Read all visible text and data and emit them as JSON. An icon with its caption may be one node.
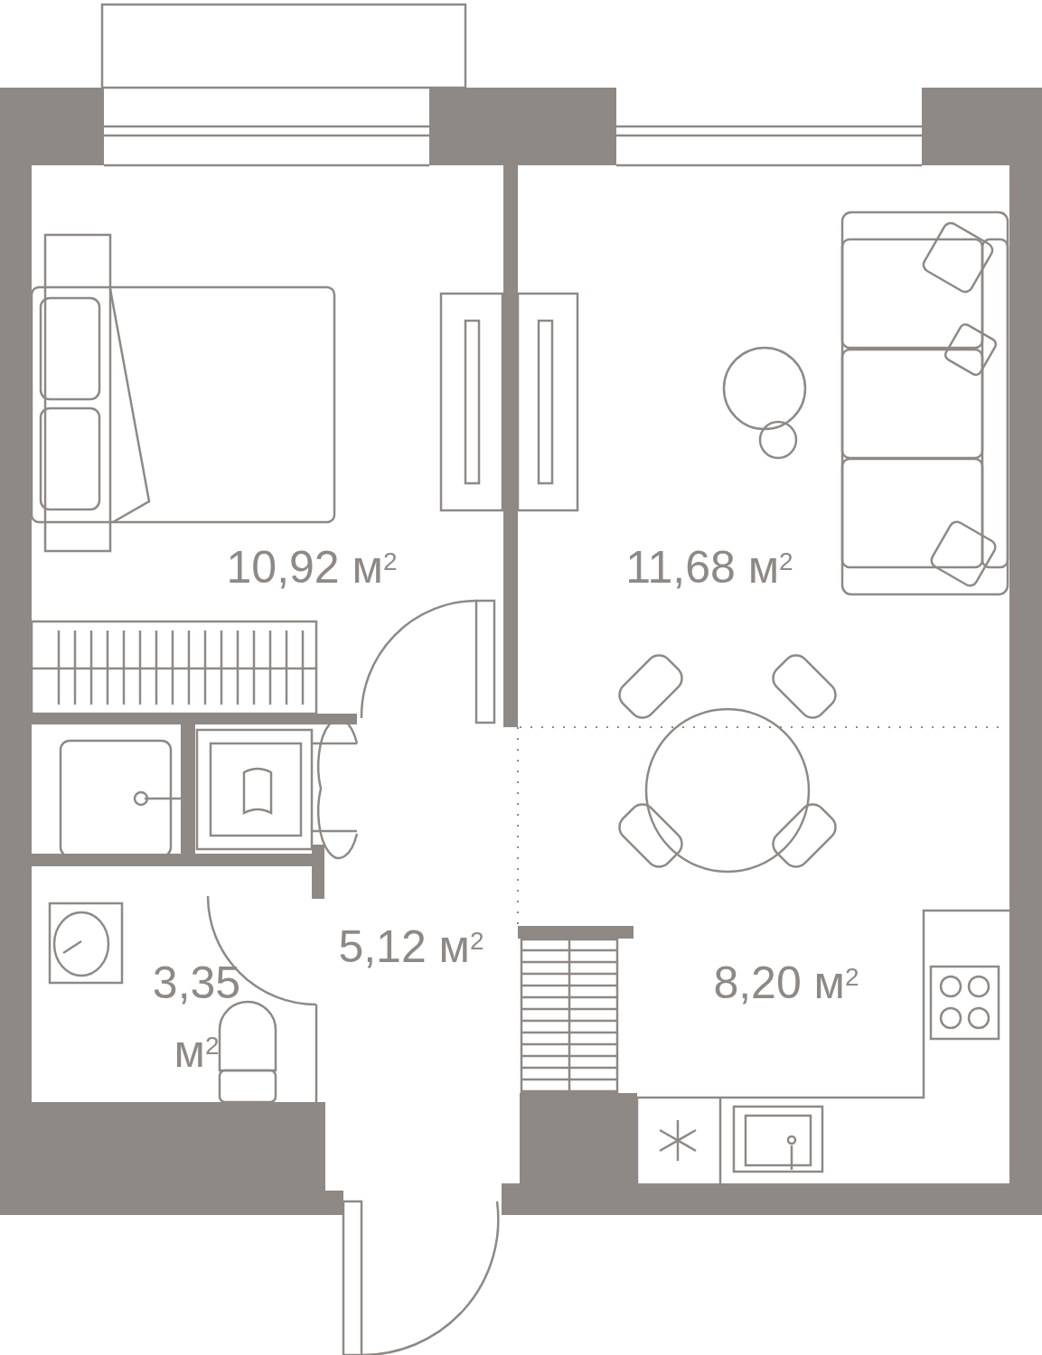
{
  "diagram": {
    "labels": [
      "10,92 м$^{2}$",
      "11,68 м$^{2}$",
      "5,12 м$^{2}$",
      "8,20 м$^{2}$",
      "3,35 м$^{2}$"
    ]
  }
}
